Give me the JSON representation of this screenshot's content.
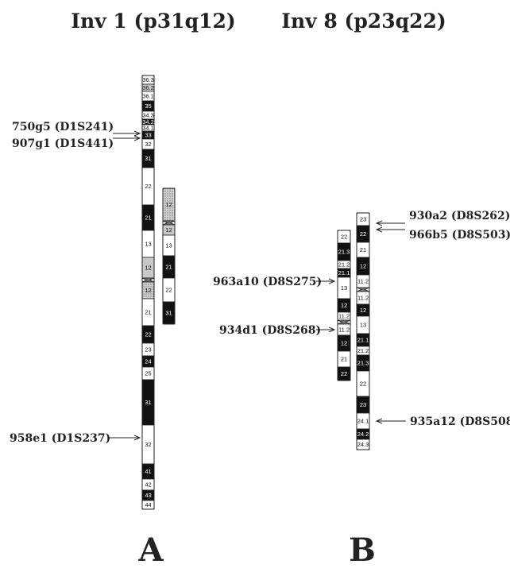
{
  "titles": {
    "inv1": "Inv 1 (p31q12)",
    "inv8": "Inv 8 (p23q22)"
  },
  "panels": {
    "a": "A",
    "b": "B"
  },
  "chromosomes": {
    "inv1_normal": {
      "bands": [
        {
          "label": "36.3",
          "stain": "white"
        },
        {
          "label": "36.2",
          "stain": "grey"
        },
        {
          "label": "36.1",
          "stain": "white"
        },
        {
          "label": "35",
          "stain": "black"
        },
        {
          "label": "34.3",
          "stain": "white"
        },
        {
          "label": "34.2",
          "stain": "black"
        },
        {
          "label": "34.1",
          "stain": "white"
        },
        {
          "label": "33",
          "stain": "black"
        },
        {
          "label": "32",
          "stain": "white"
        },
        {
          "label": "31",
          "stain": "black"
        },
        {
          "label": "22",
          "stain": "white"
        },
        {
          "label": "21",
          "stain": "black"
        },
        {
          "label": "13",
          "stain": "white"
        },
        {
          "label": "12",
          "stain": "grey"
        },
        {
          "label": "cen",
          "stain": "centromere"
        },
        {
          "label": "12",
          "stain": "stippled"
        },
        {
          "label": "21",
          "stain": "white"
        },
        {
          "label": "22",
          "stain": "black"
        },
        {
          "label": "23",
          "stain": "white"
        },
        {
          "label": "24",
          "stain": "black"
        },
        {
          "label": "25",
          "stain": "white"
        },
        {
          "label": "31",
          "stain": "black"
        },
        {
          "label": "32",
          "stain": "white"
        },
        {
          "label": "41",
          "stain": "black"
        },
        {
          "label": "42",
          "stain": "white"
        },
        {
          "label": "43",
          "stain": "black"
        },
        {
          "label": "44",
          "stain": "white"
        }
      ]
    },
    "inv1_inverted": {
      "bands": [
        {
          "label": "12",
          "stain": "stippled"
        },
        {
          "label": "cen",
          "stain": "centromere"
        },
        {
          "label": "12",
          "stain": "grey"
        },
        {
          "label": "13",
          "stain": "white"
        },
        {
          "label": "21",
          "stain": "black"
        },
        {
          "label": "22",
          "stain": "white"
        },
        {
          "label": "31",
          "stain": "black"
        }
      ]
    },
    "inv8_inverted": {
      "bands": [
        {
          "label": "22",
          "stain": "white"
        },
        {
          "label": "21.3",
          "stain": "black"
        },
        {
          "label": "21.2",
          "stain": "white"
        },
        {
          "label": "21.1",
          "stain": "black"
        },
        {
          "label": "13",
          "stain": "white"
        },
        {
          "label": "12",
          "stain": "black"
        },
        {
          "label": "11.2",
          "stain": "white"
        },
        {
          "label": "cen",
          "stain": "centromere"
        },
        {
          "label": "11.2",
          "stain": "white"
        },
        {
          "label": "12",
          "stain": "black"
        },
        {
          "label": "21",
          "stain": "white"
        },
        {
          "label": "22",
          "stain": "black"
        }
      ]
    },
    "inv8_normal": {
      "bands": [
        {
          "label": "23",
          "stain": "white"
        },
        {
          "label": "22",
          "stain": "black"
        },
        {
          "label": "21",
          "stain": "white"
        },
        {
          "label": "12",
          "stain": "black"
        },
        {
          "label": "11.2",
          "stain": "white"
        },
        {
          "label": "cen",
          "stain": "centromere"
        },
        {
          "label": "11.2",
          "stain": "white"
        },
        {
          "label": "12",
          "stain": "black"
        },
        {
          "label": "13",
          "stain": "white"
        },
        {
          "label": "21.1",
          "stain": "black"
        },
        {
          "label": "21.2",
          "stain": "white"
        },
        {
          "label": "21.3",
          "stain": "black"
        },
        {
          "label": "22",
          "stain": "white"
        },
        {
          "label": "23",
          "stain": "black"
        },
        {
          "label": "24.1",
          "stain": "white"
        },
        {
          "label": "24.2",
          "stain": "black"
        },
        {
          "label": "24.3",
          "stain": "white"
        }
      ]
    }
  },
  "markers": {
    "m750g5": "750g5 (D1S241)",
    "m907g1": "907g1 (D1S441)",
    "m958e1": "958e1 (D1S237)",
    "m930a2": "930a2 (D8S262)",
    "m966b5": "966b5 (D8S503)",
    "m963a10": "963a10 (D8S275)",
    "m934d1": "934d1 (D8S268)",
    "m935a12": "935a12 (D8S508)"
  },
  "colors": {
    "black": "#111111",
    "white": "#ffffff",
    "grey": "#c8c8c8",
    "stippled": "#b8b8b8",
    "ink": "#222222"
  }
}
